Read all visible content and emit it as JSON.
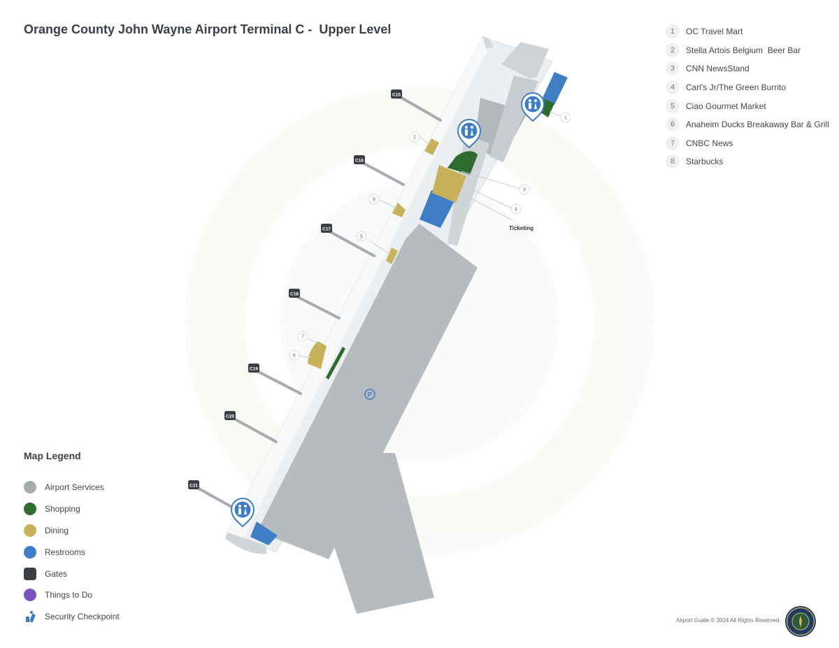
{
  "title": "Orange County John Wayne Airport Terminal C -  Upper Level",
  "gates": [
    "C15",
    "C16",
    "C17",
    "C18",
    "C19",
    "C20",
    "C21"
  ],
  "poi_list": [
    {
      "num": "1",
      "label": "OC Travel Mart"
    },
    {
      "num": "2",
      "label": "Stella Artois Belgium  Beer Bar"
    },
    {
      "num": "3",
      "label": "CNN NewsStand"
    },
    {
      "num": "4",
      "label": "Carl's Jr/The Green Burrito"
    },
    {
      "num": "5",
      "label": "Ciao Gourmet Market"
    },
    {
      "num": "6",
      "label": "Anaheim Ducks Breakaway Bar & Grill"
    },
    {
      "num": "7",
      "label": "CNBC News"
    },
    {
      "num": "8",
      "label": "Starbucks"
    }
  ],
  "map_labels": {
    "ticketing": "Ticketing",
    "parking": "P"
  },
  "legend": {
    "title": "Map Legend",
    "items": [
      {
        "label": "Airport Services",
        "color": "#a4abb1",
        "shape": "circle"
      },
      {
        "label": "Shopping",
        "color": "#2e6b2f",
        "shape": "circle"
      },
      {
        "label": "Dining",
        "color": "#c9b15a",
        "shape": "circle"
      },
      {
        "label": "Restrooms",
        "color": "#3f7ec4",
        "shape": "circle"
      },
      {
        "label": "Gates",
        "color": "#3a3f45",
        "shape": "square"
      },
      {
        "label": "Things to Do",
        "color": "#7b52c2",
        "shape": "circle"
      },
      {
        "label": "Security Checkpoint",
        "color": "#3f7ec4",
        "shape": "security-icon"
      }
    ]
  },
  "copyright": "Airport Guide © 2024 All Rights Reserved."
}
